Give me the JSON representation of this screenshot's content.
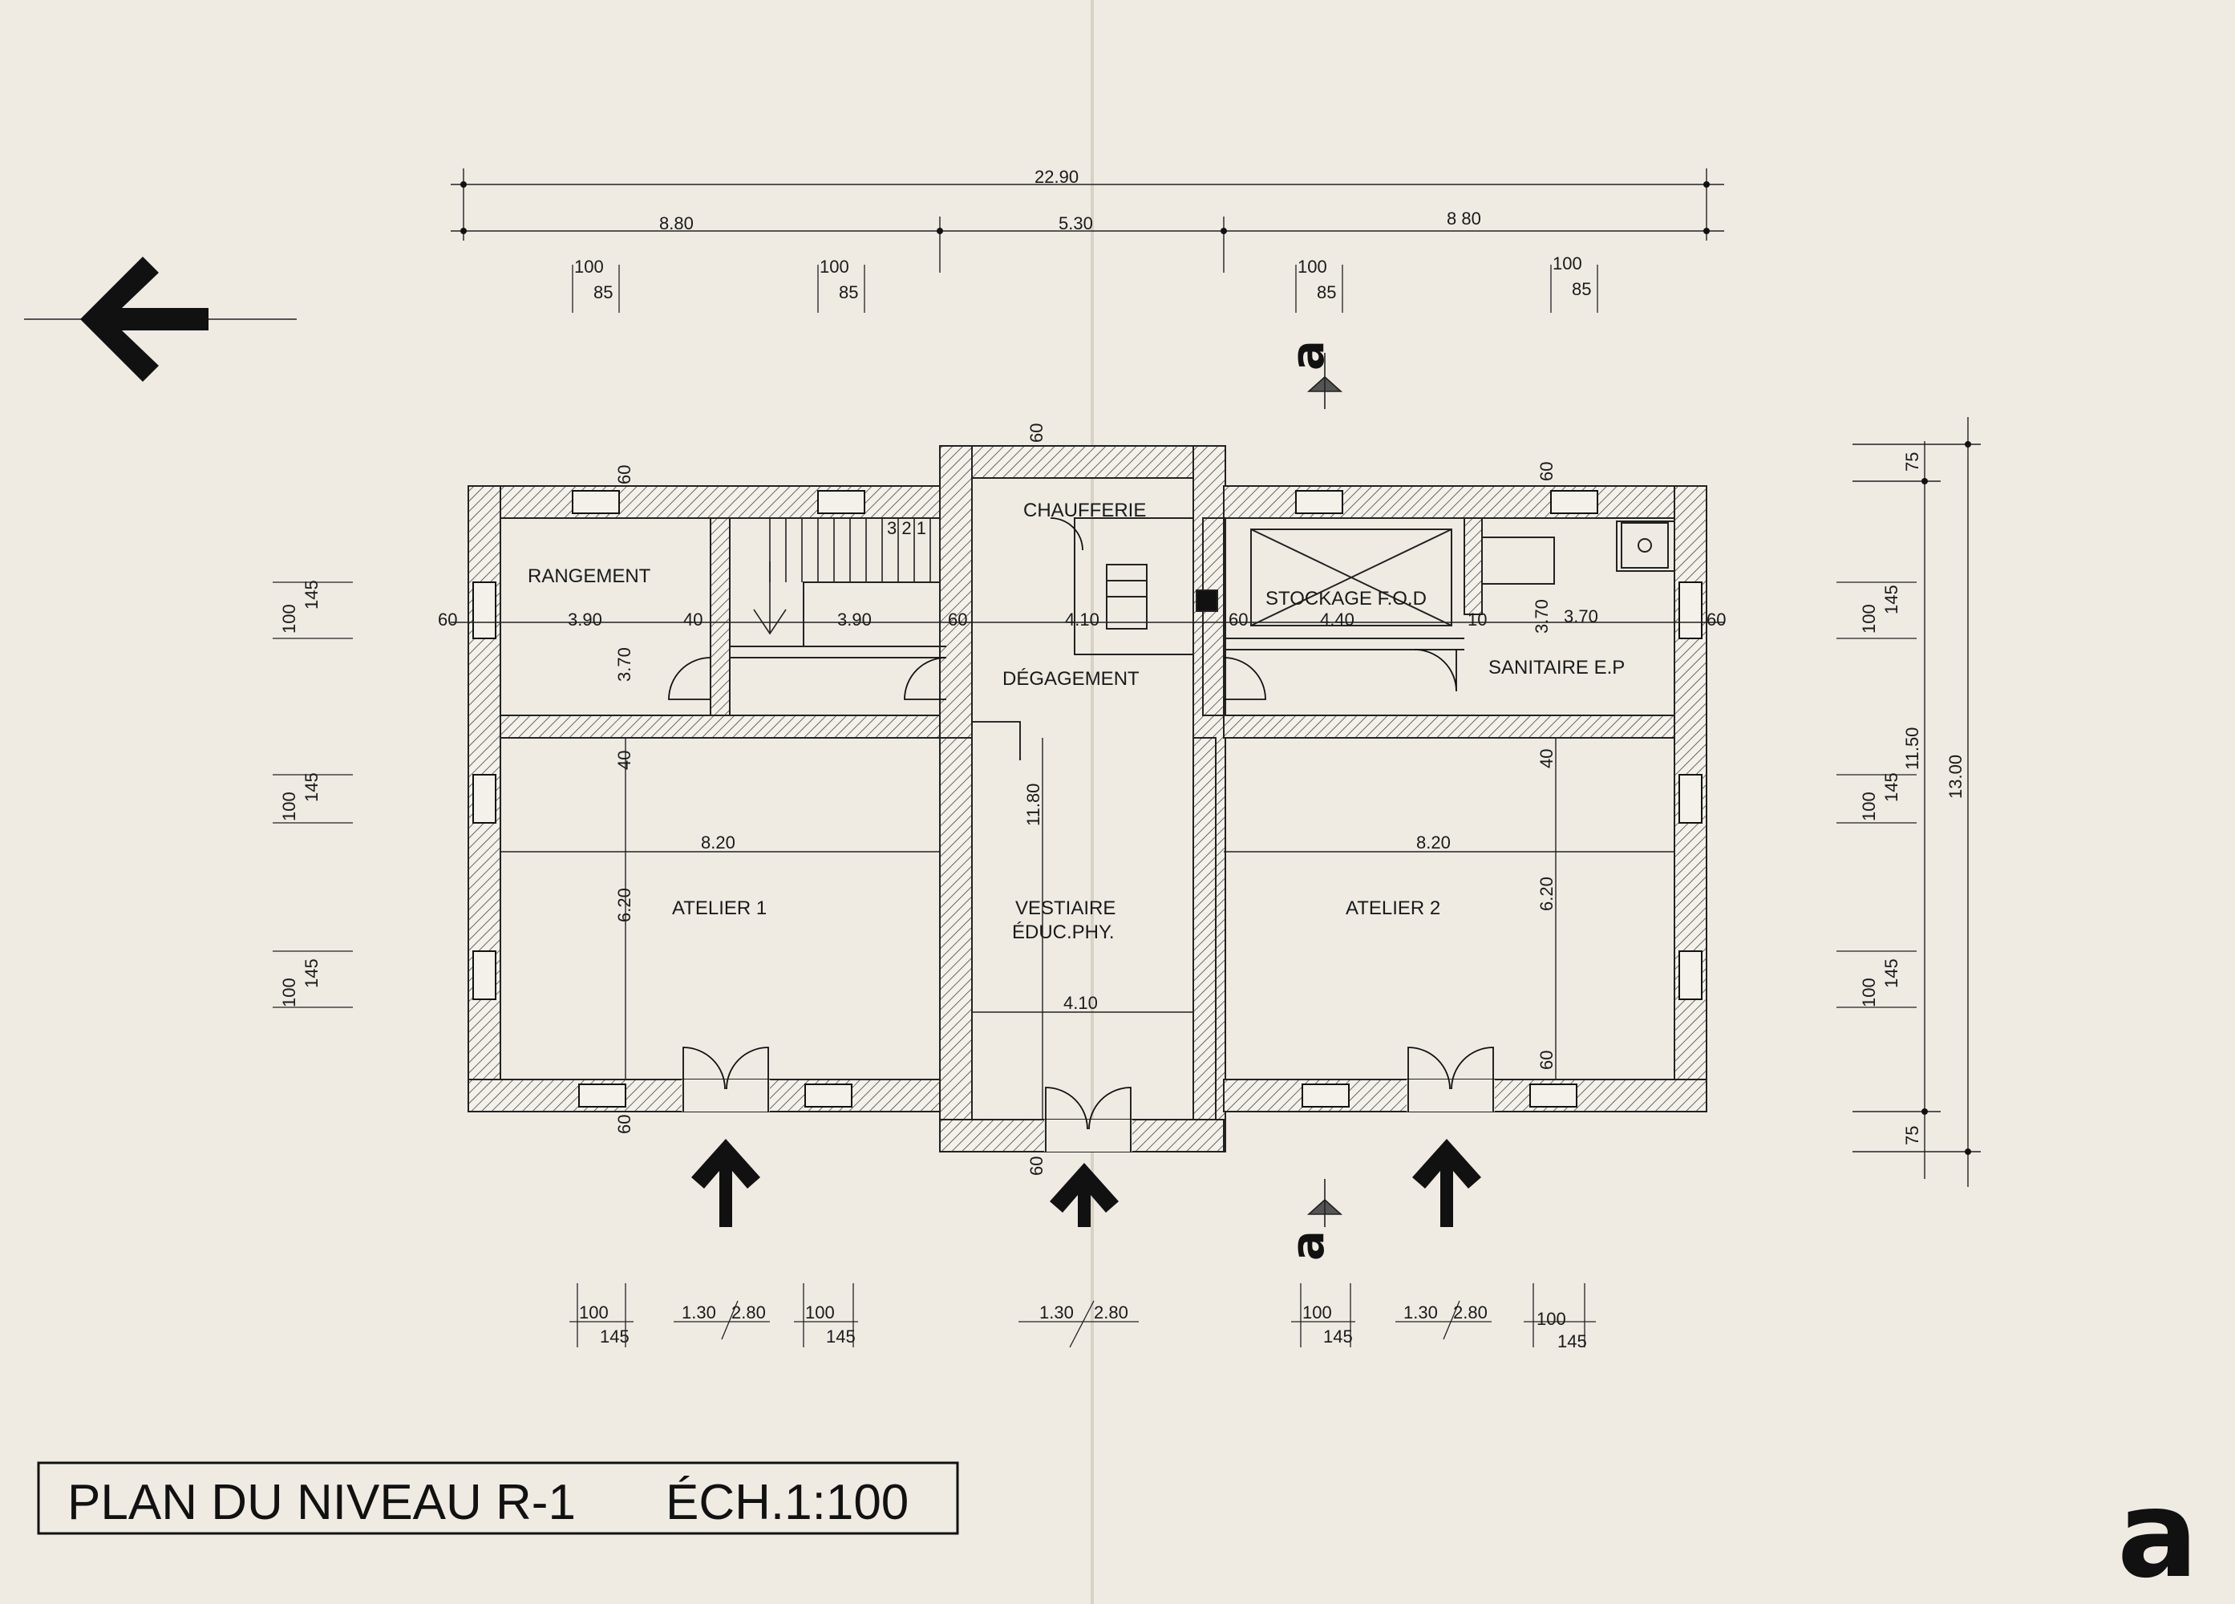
{
  "title": "PLAN DU NIVEAU R-1",
  "scale": "ÉCH.1:100",
  "sheet_letter": "a",
  "section_marker": "a",
  "rooms": {
    "rangement": "RANGEMENT",
    "chaufferie": "CHAUFFERIE",
    "stockage": "STOCKAGE F.O.D",
    "degagement": "DÉGAGEMENT",
    "sanitaire": "SANITAIRE E.P",
    "atelier1": "ATELIER 1",
    "atelier2": "ATELIER 2",
    "vestiaire_1": "VESTIAIRE",
    "vestiaire_2": "ÉDUC.PHY."
  },
  "dimensions": {
    "overall_width": "22.90",
    "left_wing": "8.80",
    "center": "5.30",
    "right_wing": "8 80",
    "window_100": "100",
    "window_85": "85",
    "window_145": "145",
    "door_130": "1.30",
    "door_280": "2.80",
    "wall_60": "60",
    "wall_40": "40",
    "wall_10": "10",
    "room_390": "3.90",
    "room_410": "4.10",
    "room_440": "4.40",
    "room_370": "3.70",
    "room_370_b": "3.70",
    "room_820": "8.20",
    "room_620": "6.20",
    "room_1180": "11.80",
    "depth_1150": "11.50",
    "depth_1300": "13.00",
    "margin_75": "75",
    "stair_steps": "3 2 1"
  },
  "icons": [
    "arrow-left-icon",
    "arrow-up-icon",
    "section-marker-icon",
    "boiler-icon",
    "shower-icon"
  ],
  "colors": {
    "paper": "#efebe3",
    "ink": "#111111"
  }
}
